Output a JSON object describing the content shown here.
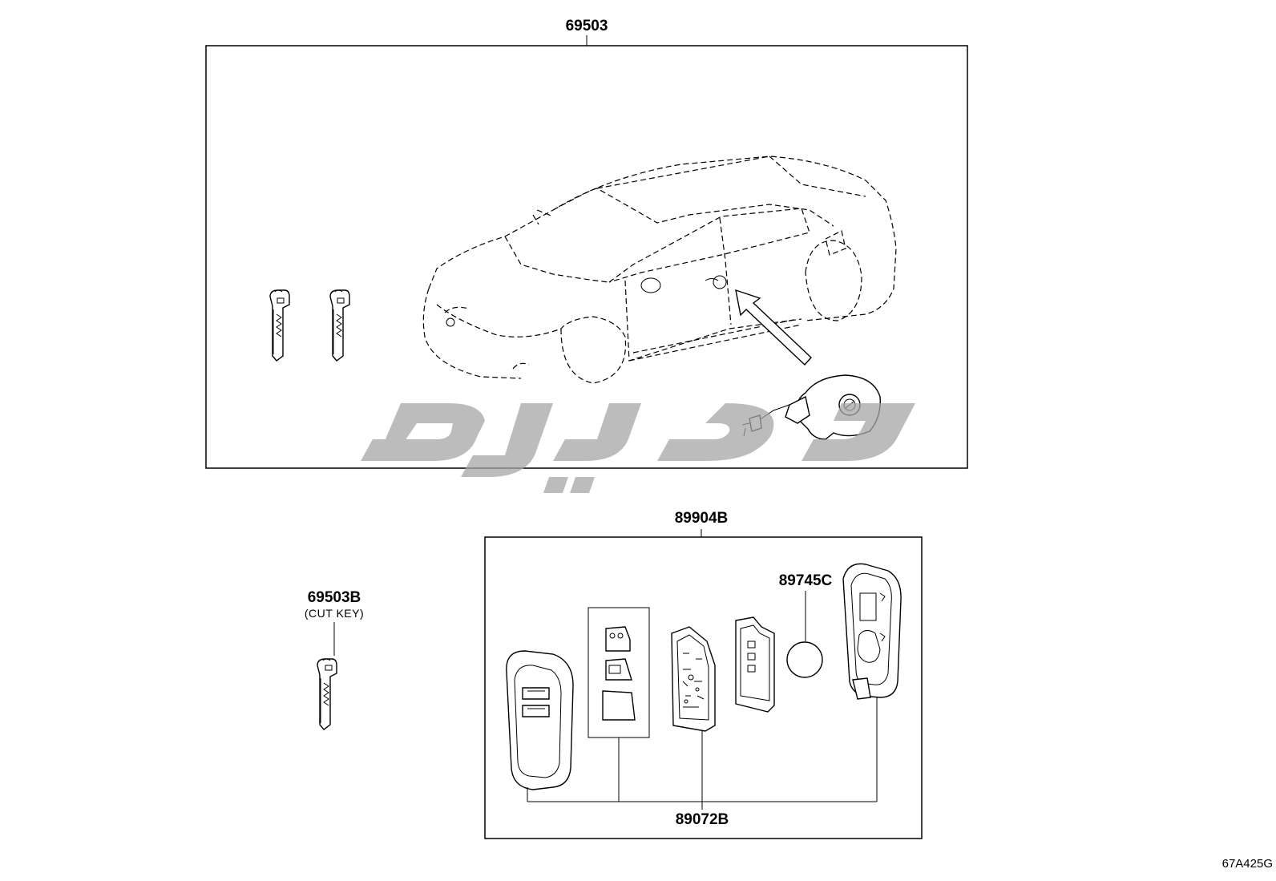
{
  "labels": {
    "kit_top": "69503",
    "transmitter_kit": "89904B",
    "cut_key": "69503B",
    "cut_key_note": "(CUT KEY)",
    "battery": "89745C",
    "housing": "89072B"
  },
  "diagram_code": "67A425G",
  "watermark": {
    "color": "#a6a6a6"
  }
}
